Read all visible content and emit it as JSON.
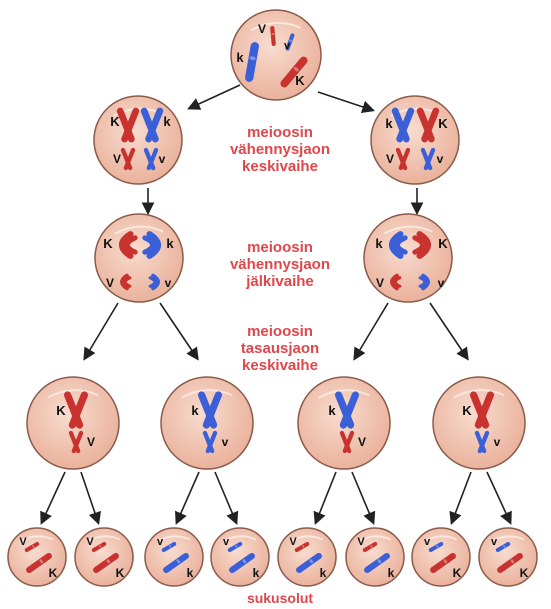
{
  "labels": {
    "stage_1": "meioosin\nvähennysjaon\nkeskivaihe",
    "stage_2": "meioosin\nvähennysjaon\njälkivaihe",
    "stage_3": "meioosin\ntasausjaon\nkeskivaihe",
    "gametes": "sukusolut"
  },
  "allele_letters": {
    "K": "K",
    "k": "k",
    "V": "V",
    "v": "v"
  },
  "colors": {
    "label_text": "#e0464a",
    "cell_fill": "#f3c6b4",
    "cell_stroke": "#8a5a4a",
    "chromosome_red": "#c8322f",
    "chromosome_blue": "#3b5fd6",
    "arrow": "#222222"
  },
  "gametes": [
    {
      "top": "V",
      "bottom": "K"
    },
    {
      "top": "V",
      "bottom": "K"
    },
    {
      "top": "v",
      "bottom": "k"
    },
    {
      "top": "v",
      "bottom": "k"
    },
    {
      "top": "V",
      "bottom": "k"
    },
    {
      "top": "V",
      "bottom": "k"
    },
    {
      "top": "v",
      "bottom": "K"
    },
    {
      "top": "v",
      "bottom": "K"
    }
  ]
}
